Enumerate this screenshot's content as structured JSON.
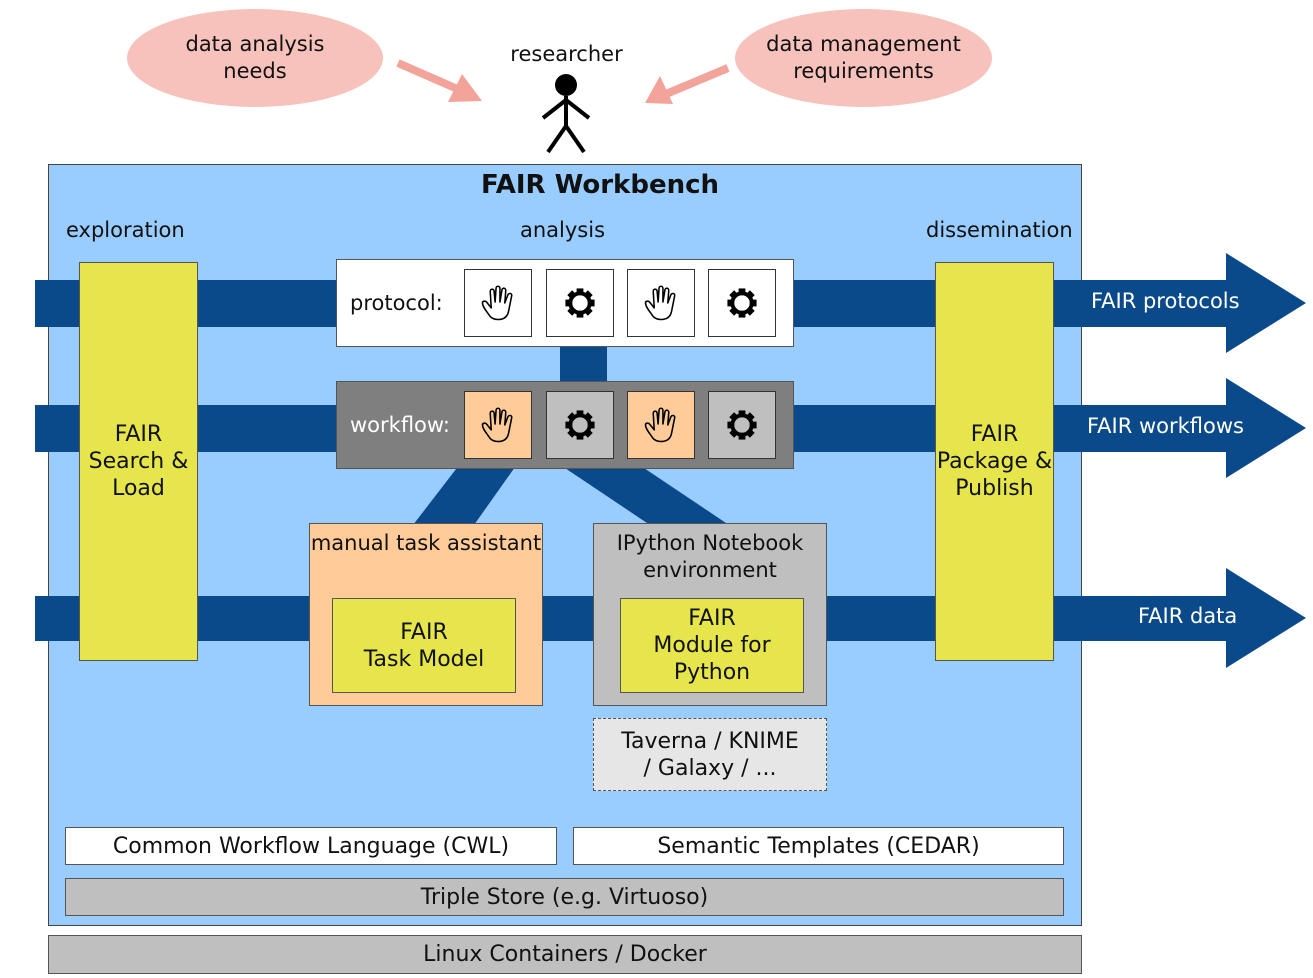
{
  "top": {
    "left_need": "data analysis\nneeds",
    "researcher": "researcher",
    "right_need": "data management\nrequirements"
  },
  "workbench": {
    "title": "FAIR Workbench",
    "columns": {
      "exploration": "exploration",
      "analysis": "analysis",
      "dissemination": "dissemination"
    },
    "search_load": "FAIR\nSearch &\nLoad",
    "package_publish": "FAIR\nPackage &\nPublish",
    "protocol_label": "protocol:",
    "workflow_label": "workflow:",
    "steps": [
      "manual-hand-icon",
      "automated-gear-icon",
      "manual-hand-icon",
      "automated-gear-icon"
    ],
    "manual_task_assistant": {
      "title": "manual task assistant",
      "inner": "FAIR\nTask Model"
    },
    "ipython": {
      "title": "IPython Notebook\nenvironment",
      "inner": "FAIR\nModule for\nPython"
    },
    "taverna": "Taverna / KNIME\n/ Galaxy / ...",
    "cwl": "Common Workflow Language (CWL)",
    "cedar": "Semantic Templates (CEDAR)",
    "triple_store": "Triple Store (e.g. Virtuoso)"
  },
  "outputs": {
    "protocols": "FAIR protocols",
    "workflows": "FAIR workflows",
    "data": "FAIR data"
  },
  "bottom": {
    "containers": "Linux Containers / Docker"
  },
  "colors": {
    "band": "#0a4a8a",
    "workbench": "#99ccff",
    "yellow": "#e6e64c",
    "orange": "#ffcc99",
    "pink": "#f7c2bb",
    "grey": "#bfbfbf"
  }
}
